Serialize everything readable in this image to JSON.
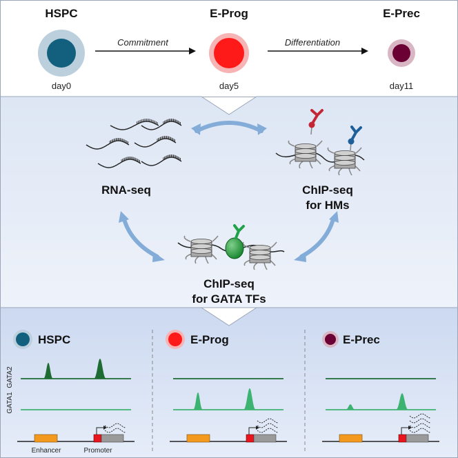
{
  "top": {
    "stages": [
      {
        "name": "HSPC",
        "day": "day0",
        "color": "#12607e",
        "halo": "#bccfdd"
      },
      {
        "name": "E-Prog",
        "day": "day5",
        "color": "#ff1a1a",
        "halo": "#f6b4b4"
      },
      {
        "name": "E-Prec",
        "day": "day11",
        "color": "#6a0033",
        "halo": "#d9b6c4"
      }
    ],
    "arrows": [
      {
        "label": "Commitment"
      },
      {
        "label": "Differentiation"
      }
    ]
  },
  "middle": {
    "rna_label": "RNA-seq",
    "chip_hm_label_1": "ChIP-seq",
    "chip_hm_label_2": "for HMs",
    "chip_tf_label_1": "ChIP-seq",
    "chip_tf_label_2": "for GATA TFs"
  },
  "bottom": {
    "track_labels": {
      "gata2": "GATA2",
      "gata1": "GATA1"
    },
    "enhancer_label": "Enhancer",
    "promoter_label": "Promoter",
    "panels": [
      {
        "name": "HSPC",
        "color": "#12607e",
        "halo": "#bccfdd",
        "gata2_level": 1.0,
        "gata1_level": 0.0,
        "transcripts": 2
      },
      {
        "name": "E-Prog",
        "color": "#ff1a1a",
        "halo": "#f6b4b4",
        "gata2_level": 0.0,
        "gata1_level": 1.0,
        "transcripts": 3
      },
      {
        "name": "E-Prec",
        "color": "#6a0033",
        "halo": "#d9b6c4",
        "gata2_level": 0.0,
        "gata1_level": 0.7,
        "transcripts": 4
      }
    ],
    "colors": {
      "gata2": "#1e6b33",
      "gata1": "#3cb371",
      "enhancer": "#f39a1e",
      "promoter_red": "#e8141e",
      "promoter_gray": "#9a9a9a"
    }
  }
}
